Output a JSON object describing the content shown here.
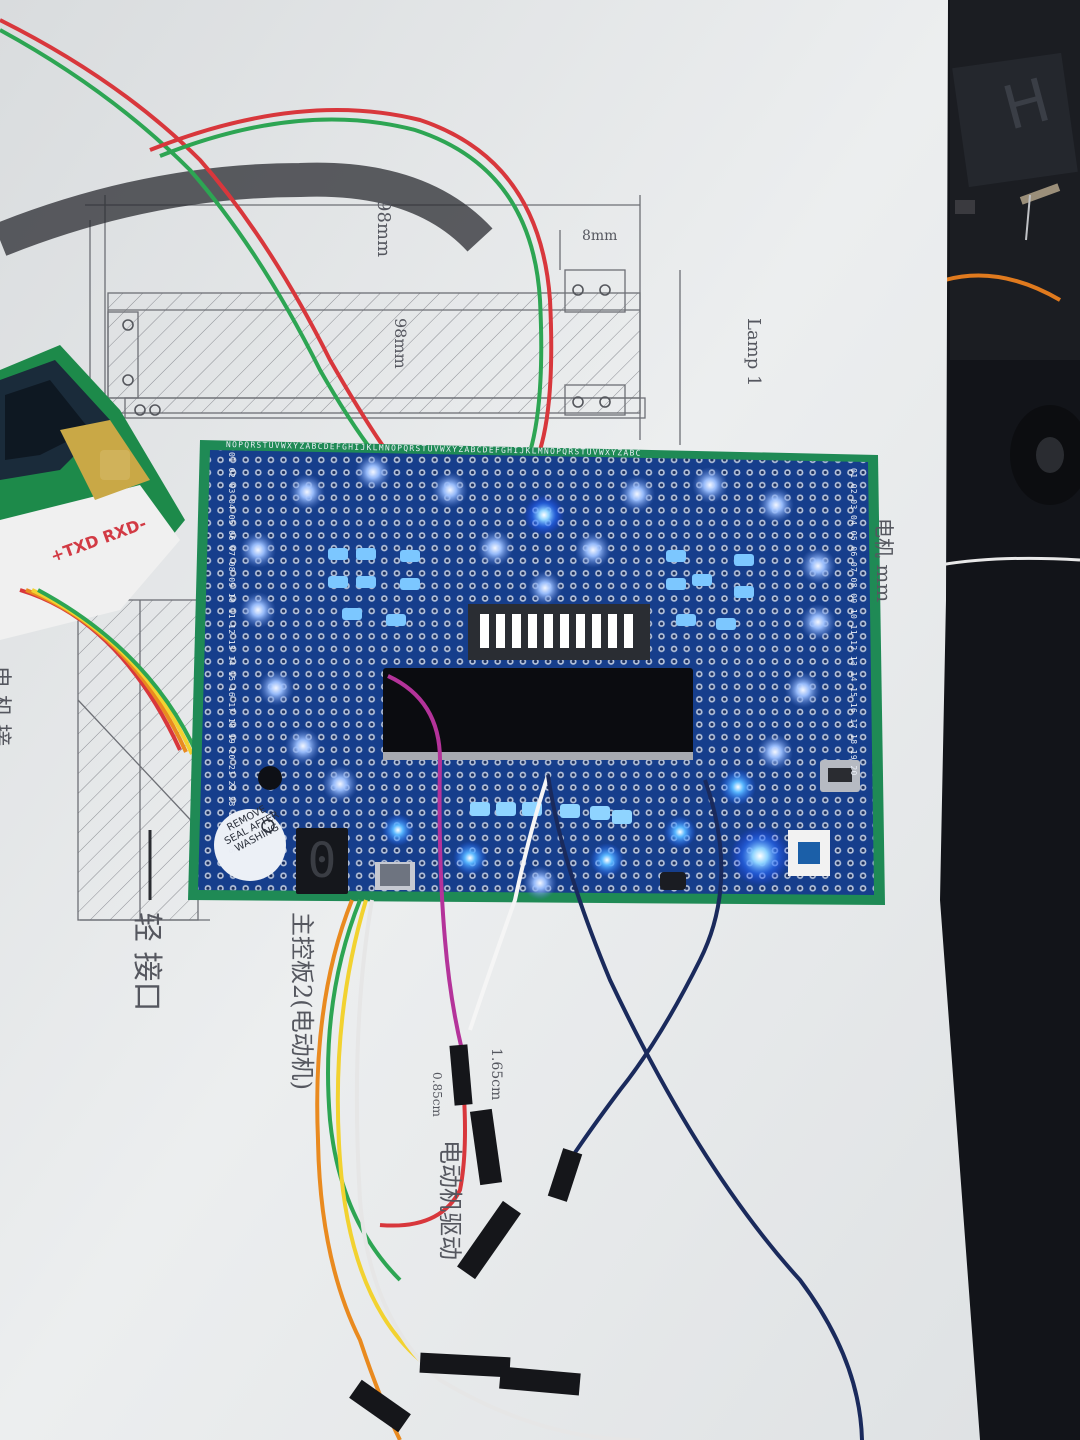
{
  "scene": {
    "description_colors": {
      "paper": "#e7e9ea",
      "ink": "#5b5d63",
      "pcb": "#123e8a",
      "pcb_edge": "#1f8a55",
      "led_glow": "#4aa8ff",
      "led_bright": "#2c62ff",
      "dark_bg": "#111318"
    }
  },
  "paper_notes": {
    "dim_98mm_top": "98mm",
    "dim_98mm_mid": "98mm",
    "dim_8mm": "8mm",
    "lamp_label": "Lamp 1",
    "right_note": "电机 mm",
    "bottom_note": "主控板2(电动机)",
    "bottom_note_b": "电动机驱动",
    "side_note": "轻 接口",
    "dim_1_6": "1.65cm",
    "dim_0_8": "0.85cm",
    "left_note": "电 机 接"
  },
  "components": {
    "buzzer_text": "REMOVE SEAL AFTER WASHING",
    "seven_segment_digit": "0",
    "module_label": "+TXD RXD-",
    "bargraph_segments": 10
  },
  "board_labels": {
    "top_row": "NOPQRSTUVWXYZABCDEFGHIJKLMNOPQRSTUVWXYZABCDEFGHIJKLMNOPQRSTUVWXYZABC",
    "left_col": "01 02 03 04 05 06 07 08 09 10 11 12 13 14 15 16 17 18 19 20 21 22 23 24 25 26",
    "right_col": "01 02 03 04 05 06 07 08 09 10 11 12 13 14 15 16 17 18 19 20"
  }
}
